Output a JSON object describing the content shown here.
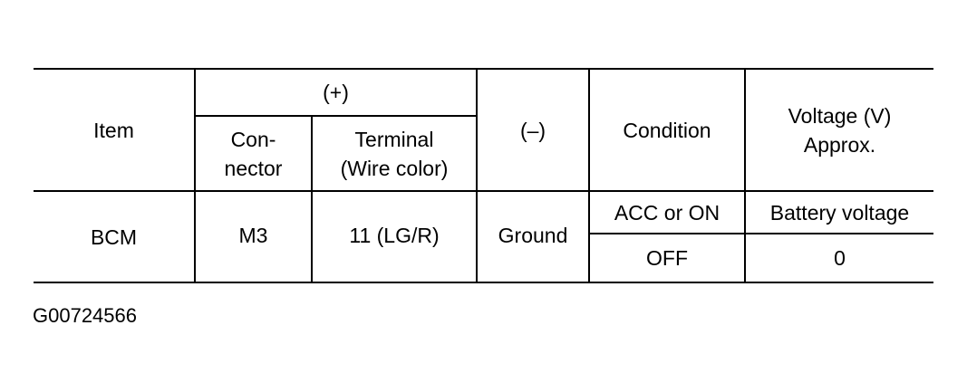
{
  "table": {
    "header": {
      "item": "Item",
      "positive": "(+)",
      "connector": "Con-\nnector",
      "terminal": "Terminal\n(Wire color)",
      "negative": "(–)",
      "condition": "Condition",
      "voltage": "Voltage (V)\nApprox."
    },
    "row": {
      "item": "BCM",
      "connector": "M3",
      "terminal": "11 (LG/R)",
      "negative": "Ground",
      "conditions": [
        {
          "condition": "ACC or ON",
          "voltage": "Battery voltage"
        },
        {
          "condition": "OFF",
          "voltage": "0"
        }
      ]
    }
  },
  "figure_id": "G00724566"
}
